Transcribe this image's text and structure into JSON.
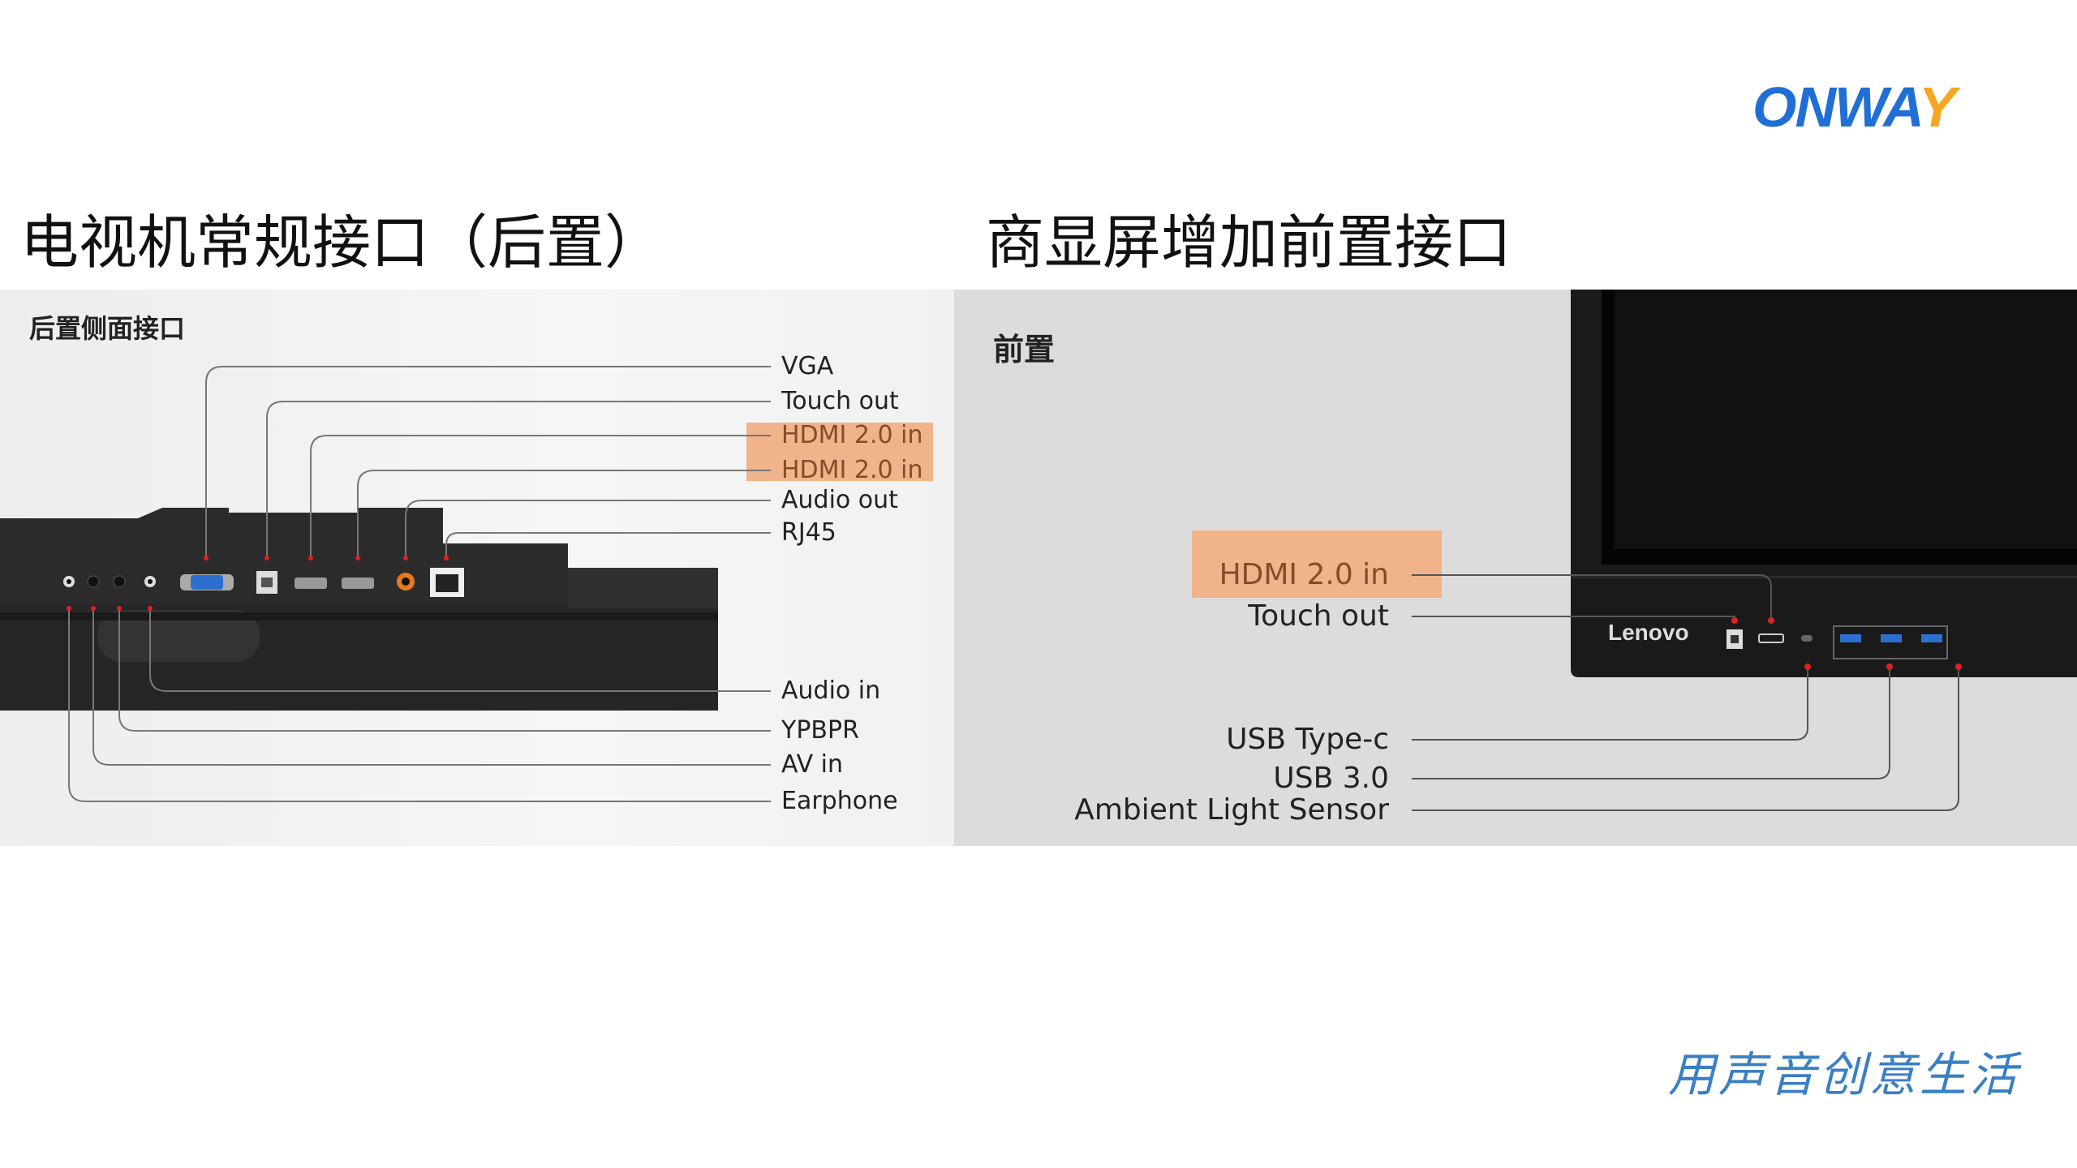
{
  "logo": {
    "text_main": "ONWA",
    "text_accent": "Y"
  },
  "titles": {
    "left": "电视机常规接口（后置）",
    "right": "商显屏增加前置接口"
  },
  "left_panel": {
    "subtitle": "后置侧面接口",
    "labels": [
      "VGA",
      "Touch out",
      "HDMI 2.0 in",
      "HDMI 2.0 in",
      "Audio out",
      "RJ45",
      "Audio in",
      "YPBPR",
      "AV in",
      "Earphone"
    ]
  },
  "right_panel": {
    "subtitle": "前置",
    "brand": "Lenovo",
    "labels": [
      "HDMI 2.0 in",
      "Touch out",
      "USB Type-c",
      "USB 3.0",
      "Ambient Light Sensor"
    ]
  },
  "slogan": "用声音创意生活",
  "colors": {
    "highlight": "#f0b38a",
    "logo_blue": "#1f6fd6",
    "logo_accent": "#f5a623",
    "marker": "#e02020"
  }
}
